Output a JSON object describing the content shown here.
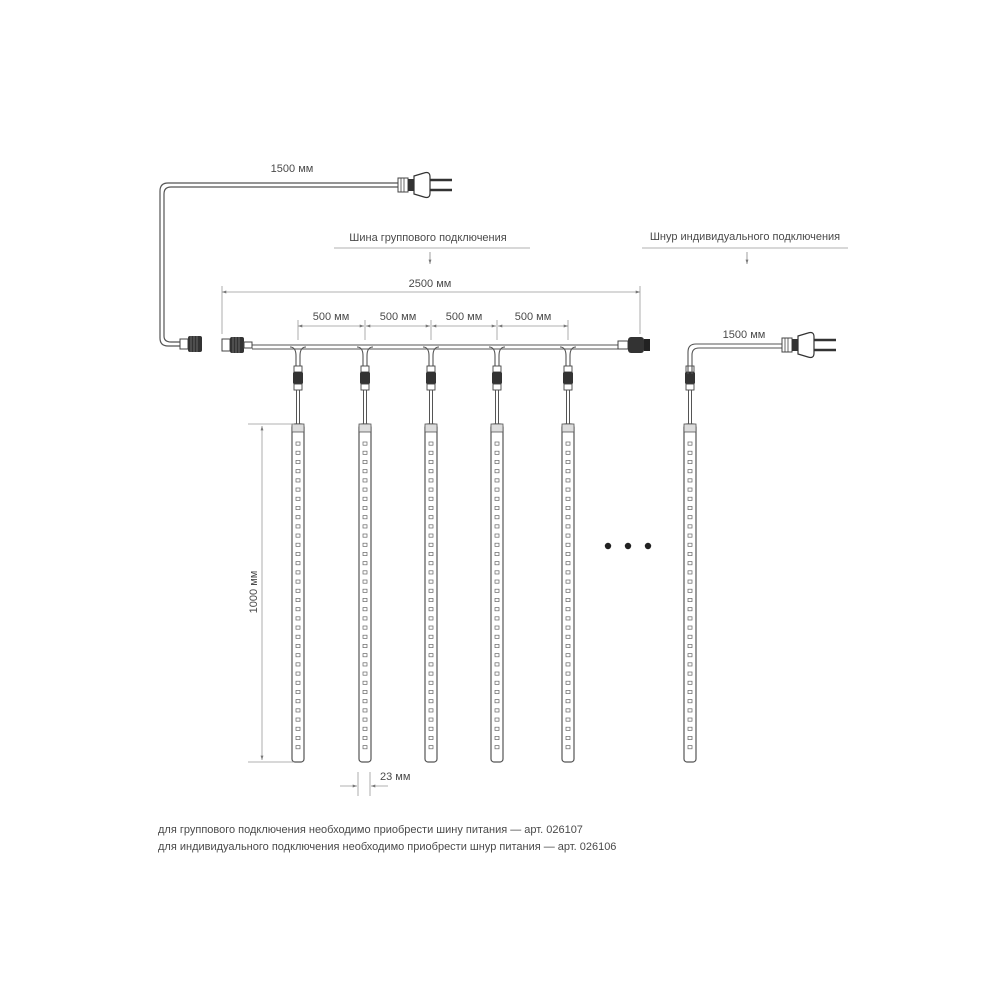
{
  "labels": {
    "supply_cable_length": "1500 мм",
    "group_bus_title": "Шина группового подключения",
    "individual_cord_title": "Шнур индивидуального подключения",
    "bus_length": "2500 мм",
    "spacing_1": "500 мм",
    "spacing_2": "500 мм",
    "spacing_3": "500 мм",
    "spacing_4": "500 мм",
    "individual_cable_length": "1500 мм",
    "tube_length": "1000 мм",
    "tube_diameter": "23 мм"
  },
  "notes": {
    "group": "для группового подключения необходимо приобрести шину питания — арт. 026107",
    "individual": "для индивидуального подключения необходимо приобрести шнур питания — арт. 026106"
  },
  "icons": [
    "plug-icon",
    "connector-icon",
    "led-tube-icon",
    "ellipsis-icon"
  ],
  "colors": {
    "line": "#555555",
    "dim": "#9a9a9a",
    "text": "#4a4a4a"
  }
}
